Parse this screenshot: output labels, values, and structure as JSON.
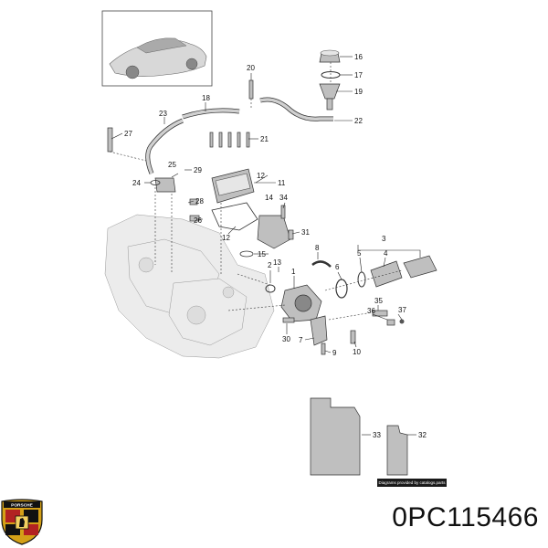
{
  "diagram": {
    "callouts": [
      "1",
      "2",
      "3",
      "4",
      "5",
      "6",
      "7",
      "8",
      "9",
      "10",
      "11",
      "12",
      "12",
      "13",
      "14",
      "15",
      "16",
      "17",
      "18",
      "19",
      "20",
      "21",
      "22",
      "23",
      "24",
      "25",
      "26",
      "27",
      "28",
      "29",
      "30",
      "31",
      "32",
      "33",
      "34",
      "35",
      "36",
      "37"
    ],
    "credit": "Diagrams provided by catalogs.parts"
  },
  "logo": {
    "text": "PORSCHE",
    "colors": [
      "#d4a017",
      "#b22222",
      "#111111"
    ]
  },
  "part_number": "0PC115466"
}
